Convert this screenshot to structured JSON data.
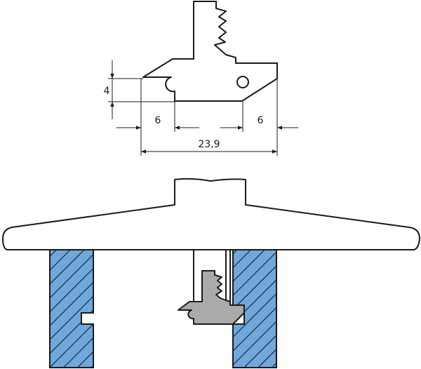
{
  "dimensions": {
    "height_value": "4",
    "left_width_value": "6",
    "right_width_value": "6",
    "total_width_value": "23,9"
  },
  "colors": {
    "line": "#1a1a1a",
    "hatch_fill": "#6fa8dc",
    "profile_fill": "#aaaaaa",
    "background": "#ffffff"
  }
}
